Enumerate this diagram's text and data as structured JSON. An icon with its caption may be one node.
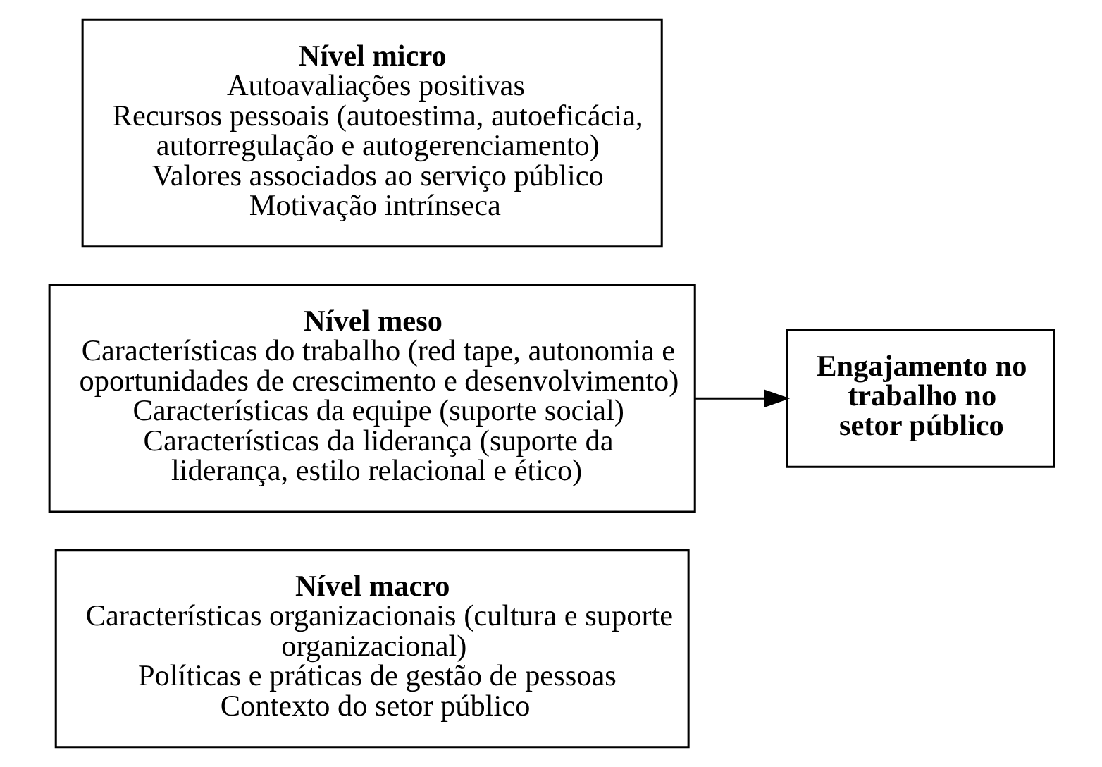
{
  "diagram": {
    "nodes": [
      {
        "text": [
          "Nível micro",
          "Autoavaliações positivas",
          "Recursos pessoais (autoestima, autoeficácia, autorregulação e autogerenciamento)",
          "Valores associados ao serviço público",
          "Motivação intrínseca"
        ]
      },
      {
        "text": [
          "Nível meso",
          "Características do trabalho (red tape, autonomia e oportunidades de crescimento e desenvolvimento)",
          "Características da equipe (suporte social)",
          "Características da liderança (suporte da liderança, estilo relacional e ético)"
        ]
      },
      {
        "text": [
          "Nível macro",
          "Características organizacionais (cultura e suporte organizacional)",
          "Políticas e práticas de gestão de pessoas",
          "Contexto do setor público"
        ]
      },
      {
        "text": [
          "Engajamento no trabalho no setor público"
        ]
      }
    ],
    "edges": [
      {
        "from": 1,
        "to": 3,
        "arrow": "to"
      }
    ]
  }
}
